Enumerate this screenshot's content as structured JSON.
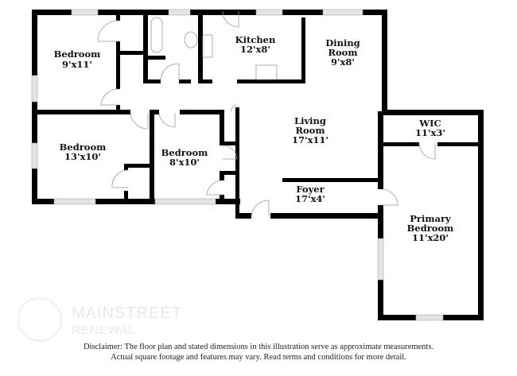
{
  "rooms": [
    {
      "name": "Bedroom",
      "size": "9'x11'"
    },
    {
      "name": "Kitchen",
      "size": "12'x8'"
    },
    {
      "name": "Dining Room",
      "name_lines": [
        "Dining",
        "Room"
      ],
      "size": "9'x8'"
    },
    {
      "name": "Living Room",
      "name_lines": [
        "Living",
        "Room"
      ],
      "size": "17'x11'"
    },
    {
      "name": "WIC",
      "size": "11'x3'"
    },
    {
      "name": "Bedroom",
      "size": "13'x10'"
    },
    {
      "name": "Bedroom",
      "size": "8'x10'"
    },
    {
      "name": "Foyer",
      "size": "17'x4'"
    },
    {
      "name": "Primary Bedroom",
      "name_lines": [
        "Primary",
        "Bedroom"
      ],
      "size": "11'x20'"
    }
  ],
  "disclaimer": {
    "line1": "Disclaimer: The floor plan and stated dimensions in this illustration serve as approximate measurements.",
    "line2": "Actual square footage and features may vary. Read terms and conditions for more detail."
  },
  "watermark": {
    "brand": "MAINSTREET",
    "sub": "RENEWAL"
  },
  "colors": {
    "wall": "#000000",
    "window": "#d9d9d9",
    "door": "#bbbbbb"
  }
}
